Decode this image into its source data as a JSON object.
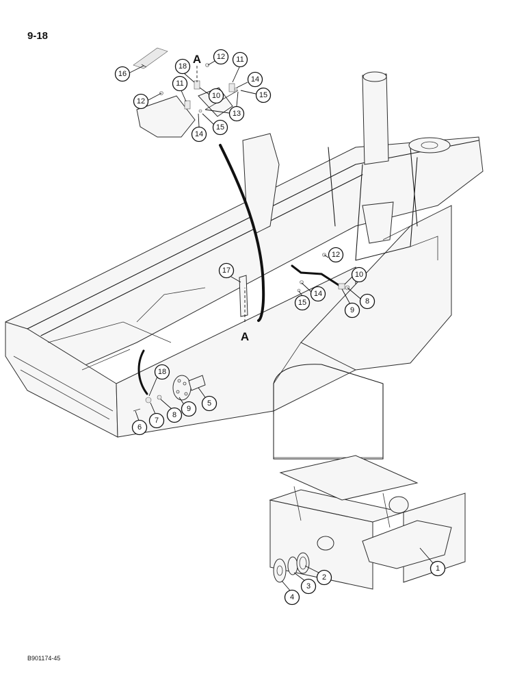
{
  "page_number": "9-18",
  "document_code": "B901174-45",
  "view_markers": [
    "A",
    "A"
  ],
  "callouts": [
    "16",
    "18",
    "12",
    "11",
    "12",
    "11",
    "10",
    "14",
    "15",
    "13",
    "15",
    "14",
    "17",
    "12",
    "10",
    "14",
    "15",
    "8",
    "9",
    "18",
    "5",
    "6",
    "7",
    "8",
    "9",
    "1",
    "2",
    "3",
    "4"
  ]
}
